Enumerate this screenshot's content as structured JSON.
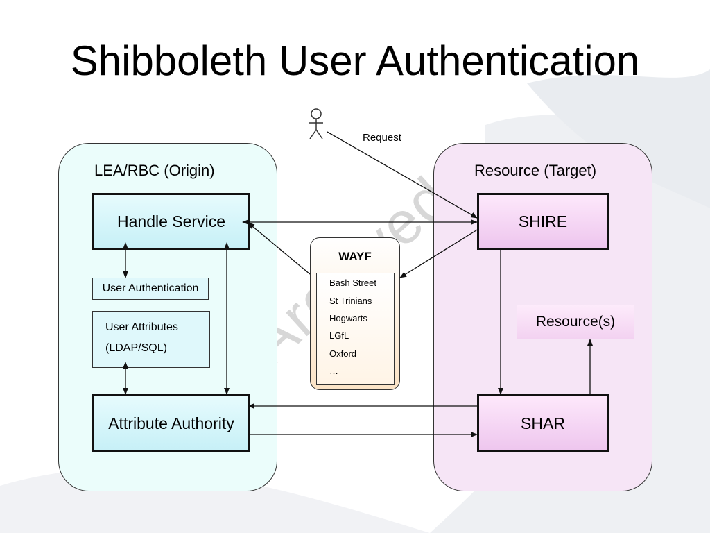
{
  "title": "Shibboleth User Authentication",
  "watermark": "Archived",
  "request_label": "Request",
  "origin": {
    "label": "LEA/RBC (Origin)",
    "handle_service": "Handle Service",
    "user_authentication": "User Authentication",
    "user_attributes_line1": "User Attributes",
    "user_attributes_line2": "(LDAP/SQL)",
    "attribute_authority": "Attribute Authority"
  },
  "target": {
    "label": "Resource (Target)",
    "shire": "SHIRE",
    "resources": "Resource(s)",
    "shar": "SHAR"
  },
  "wayf": {
    "title": "WAYF",
    "items": [
      "Bash Street",
      "St Trinians",
      "Hogwarts",
      "LGfL",
      "Oxford",
      "…"
    ]
  },
  "colors": {
    "origin_bg": "#ebfdfb",
    "target_bg": "#f6e5f6",
    "cyan_box": "#c7f0f7",
    "pink_box": "#eec6ee",
    "wayf_bg": "#fbe3c6"
  }
}
